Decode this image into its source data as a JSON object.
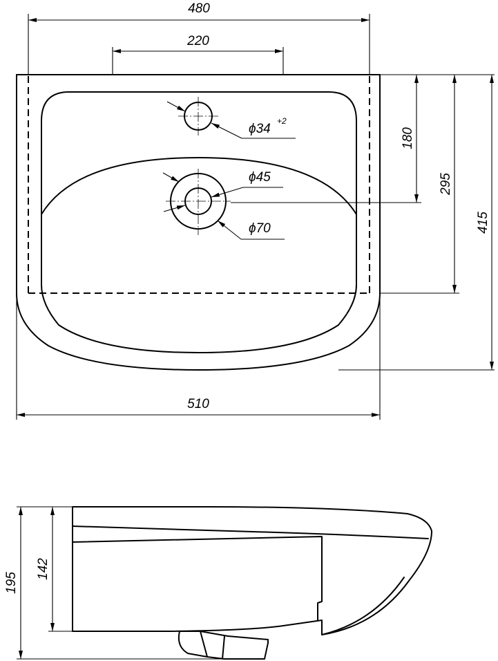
{
  "top_view": {
    "dimensions": {
      "overall_width_top": "480",
      "holes_spacing": "220",
      "overall_width": "510",
      "to_drain_center": "180",
      "to_body_edge": "295",
      "overall_depth": "415"
    },
    "diameters": {
      "tap_hole": "ϕ34",
      "tap_hole_tolerance": "+2",
      "drain_inner": "ϕ45",
      "drain_outer": "ϕ70"
    }
  },
  "side_view": {
    "dimensions": {
      "total_height": "195",
      "body_height": "142"
    }
  }
}
